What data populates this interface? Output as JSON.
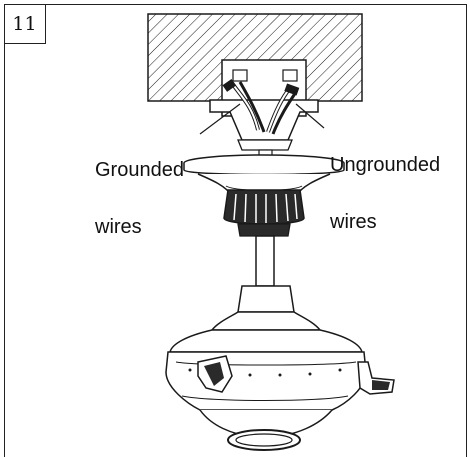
{
  "step": {
    "number": "11"
  },
  "labels": {
    "grounded_line1": "Grounded",
    "grounded_line2": "wires",
    "ungrounded_line1": "Ungrounded",
    "ungrounded_line2": "wires"
  },
  "colors": {
    "line": "#1a1a1a",
    "fill": "#ffffff",
    "dark": "#2a2a2a"
  }
}
